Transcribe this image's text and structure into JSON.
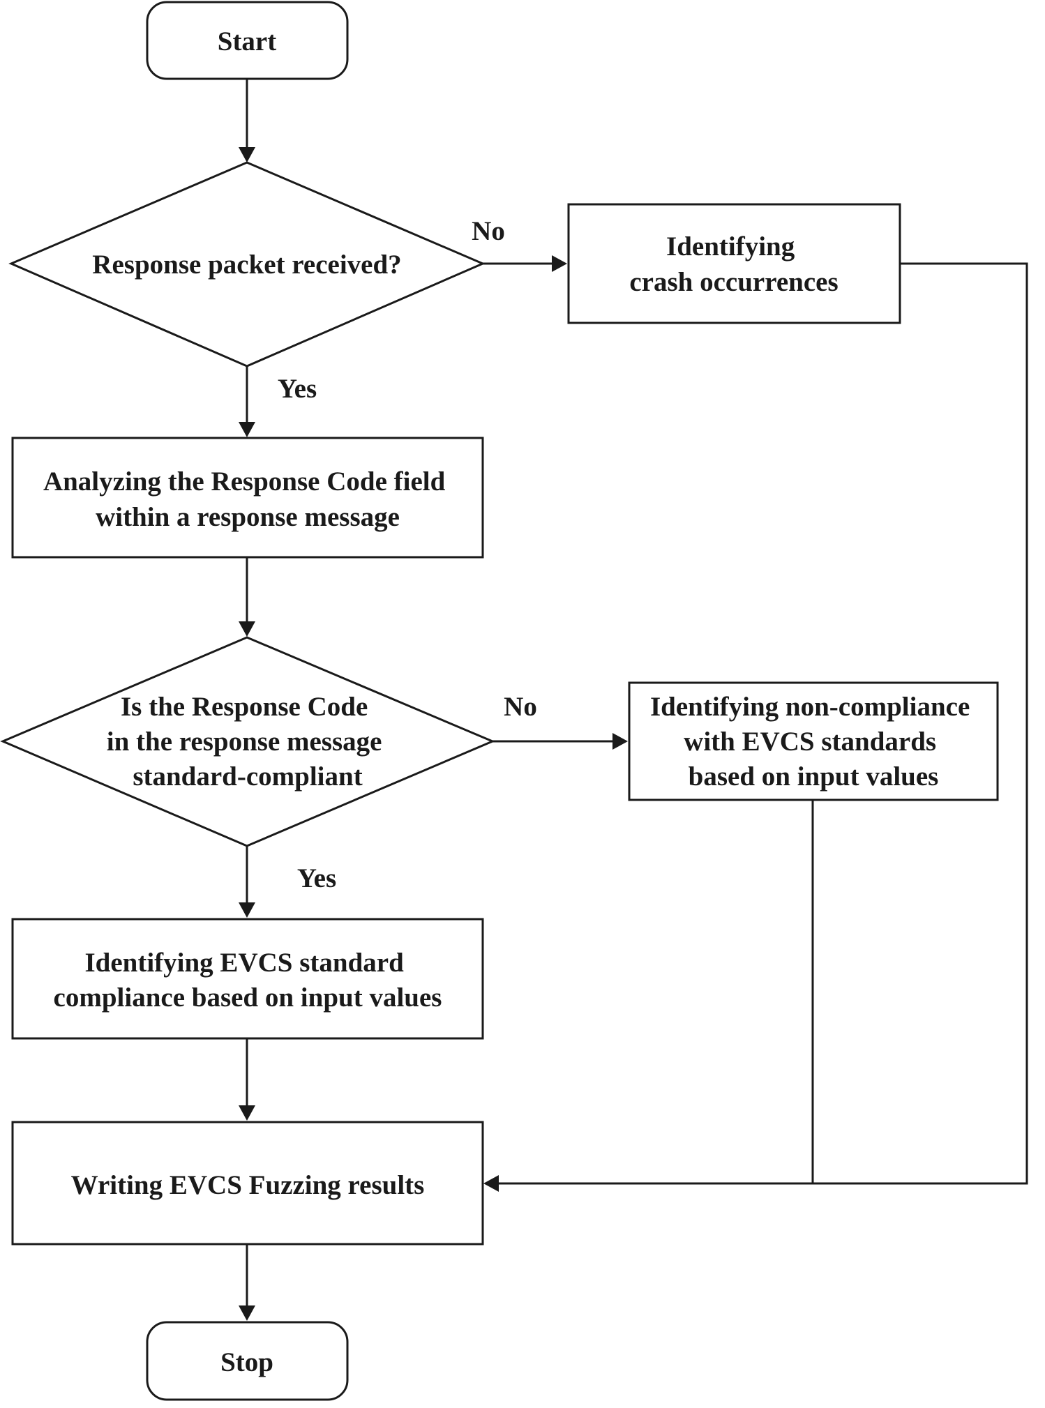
{
  "nodes": {
    "start": {
      "label": "Start"
    },
    "decision_received": {
      "label": "Response packet received?"
    },
    "crash": {
      "lines": [
        "Identifying",
        "crash occurrences"
      ]
    },
    "analyze": {
      "lines": [
        "Analyzing the Response Code field",
        "within a response message"
      ]
    },
    "decision_compliant": {
      "lines": [
        "Is the Response Code",
        "in the response message",
        "standard-compliant"
      ]
    },
    "noncompliance": {
      "lines": [
        "Identifying non-compliance",
        "with EVCS standards",
        "based on input values"
      ]
    },
    "compliance": {
      "lines": [
        "Identifying EVCS standard",
        "compliance based on input values"
      ]
    },
    "write_results": {
      "label": "Writing EVCS Fuzzing results"
    },
    "stop": {
      "label": "Stop"
    }
  },
  "edge_labels": {
    "received_no": "No",
    "received_yes": "Yes",
    "compliant_no": "No",
    "compliant_yes": "Yes"
  },
  "colors": {
    "stroke": "#1a1a1a",
    "fill": "#ffffff"
  }
}
